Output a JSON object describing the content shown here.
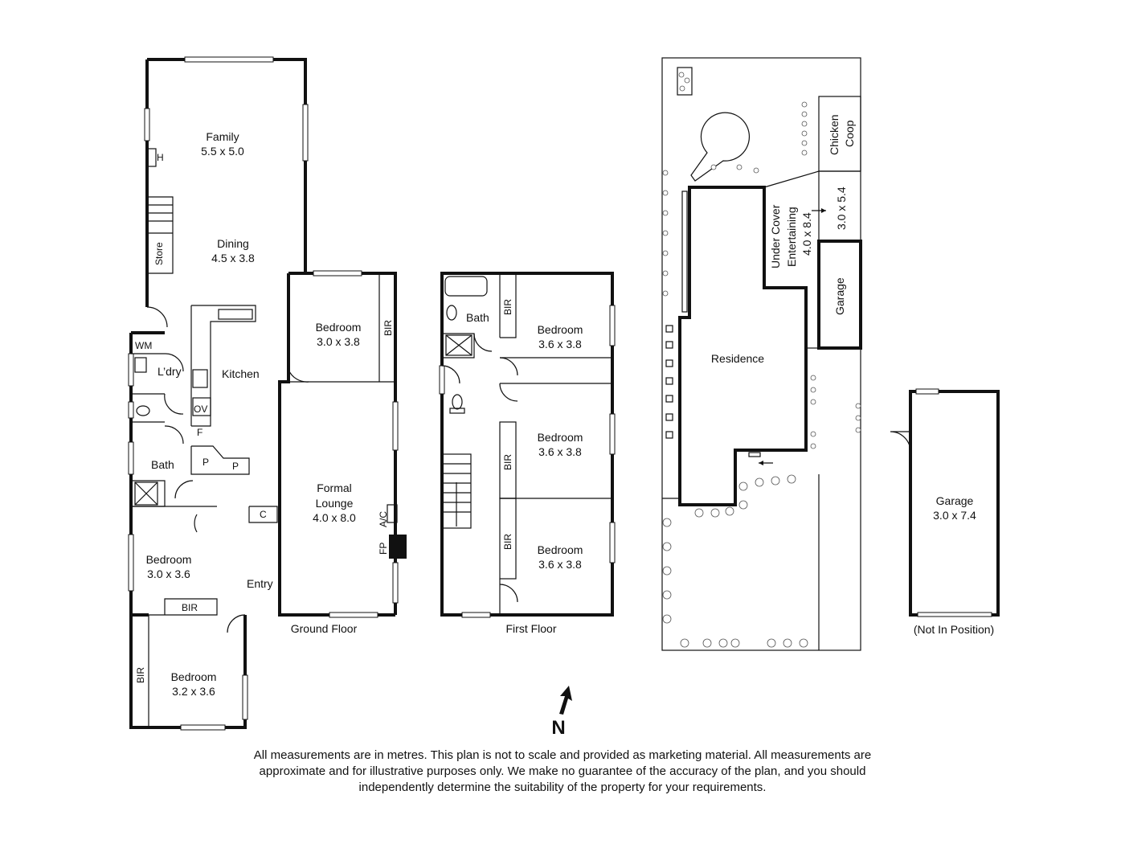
{
  "ground_floor": {
    "caption": "Ground Floor",
    "rooms": {
      "family": {
        "name": "Family",
        "dims": "5.5 x 5.0"
      },
      "dining": {
        "name": "Dining",
        "dims": "4.5 x 3.8"
      },
      "kitchen": {
        "name": "Kitchen"
      },
      "laundry": {
        "name": "L’dry"
      },
      "bath": {
        "name": "Bath"
      },
      "bedroom_rear": {
        "name": "Bedroom",
        "dims": "3.0 x 3.8"
      },
      "formal_lounge": {
        "name1": "Formal",
        "name2": "Lounge",
        "dims": "4.0 x 8.0"
      },
      "bedroom_mid": {
        "name": "Bedroom",
        "dims": "3.0 x 3.6"
      },
      "bedroom_front": {
        "name": "Bedroom",
        "dims": "3.2 x 3.6"
      },
      "entry": {
        "name": "Entry"
      }
    },
    "fixtures": {
      "h": "H",
      "store": "Store",
      "wm": "WM",
      "ov": "OV",
      "f": "F",
      "p1": "P",
      "p2": "P",
      "c": "C",
      "ac": "A/C",
      "fp": "FP",
      "bir_rear": "BIR",
      "bir_mid": "BIR",
      "bir_front": "BIR"
    }
  },
  "first_floor": {
    "caption": "First Floor",
    "rooms": {
      "bath": {
        "name": "Bath"
      },
      "bedroom1": {
        "name": "Bedroom",
        "dims": "3.6 x 3.8"
      },
      "bedroom2": {
        "name": "Bedroom",
        "dims": "3.6 x 3.8"
      },
      "bedroom3": {
        "name": "Bedroom",
        "dims": "3.6 x 3.8"
      }
    },
    "fixtures": {
      "bir1": "BIR",
      "bir2": "BIR",
      "bir3": "BIR"
    }
  },
  "site_plan": {
    "chicken_coop": {
      "line1": "Chicken",
      "line2": "Coop"
    },
    "entertaining": {
      "line1": "Under Cover",
      "line2": "Entertaining",
      "dims": "4.0 x 8.4"
    },
    "shed_dims": "3.0 x 5.4",
    "garage": "Garage",
    "residence": "Residence"
  },
  "detached_garage": {
    "name": "Garage",
    "dims": "3.0 x 7.4",
    "caption": "(Not In Position)"
  },
  "compass": {
    "label": "N"
  },
  "disclaimer": {
    "line1": "All measurements are in metres. This plan is not to scale and provided as marketing material. All measurements are",
    "line2": "approximate and for illustrative purposes only. We make no guarantee of the accuracy of the plan, and you should",
    "line3": "independently determine the suitability of the property for your requirements."
  }
}
